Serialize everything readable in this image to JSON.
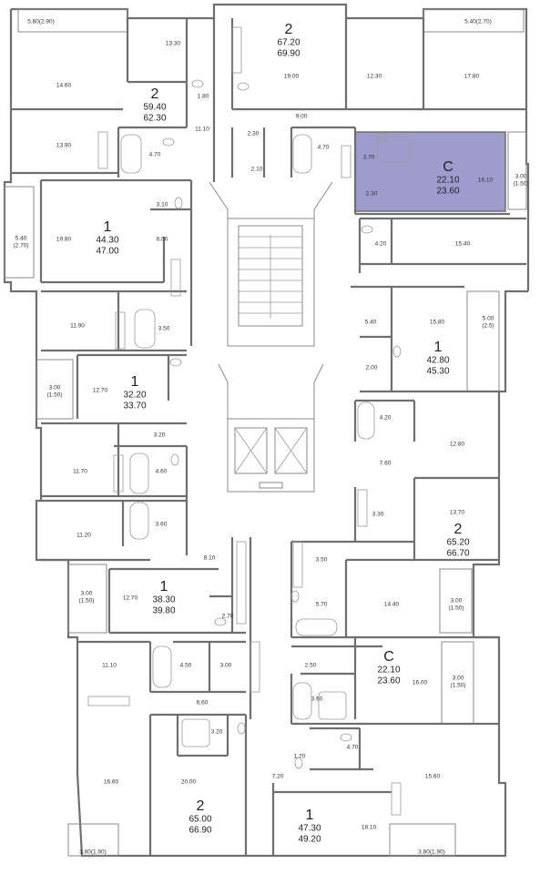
{
  "highlight_color": "#9d9ccc",
  "apartments": [
    {
      "id": "a1",
      "rooms": "2",
      "total": "67.20",
      "living": "69.90"
    },
    {
      "id": "a2",
      "rooms": "2",
      "total": "59.40",
      "living": "62.30"
    },
    {
      "id": "a3",
      "rooms": "С",
      "total": "22.10",
      "living": "23.60",
      "highlighted": true
    },
    {
      "id": "a4",
      "rooms": "1",
      "total": "44.30",
      "living": "47.00"
    },
    {
      "id": "a5",
      "rooms": "1",
      "total": "42.80",
      "living": "45.30"
    },
    {
      "id": "a6",
      "rooms": "1",
      "total": "32.20",
      "living": "33.70"
    },
    {
      "id": "a7",
      "rooms": "2",
      "total": "65.20",
      "living": "66.70"
    },
    {
      "id": "a8",
      "rooms": "1",
      "total": "38.30",
      "living": "39.80"
    },
    {
      "id": "a9",
      "rooms": "С",
      "total": "22.10",
      "living": "23.60"
    },
    {
      "id": "a10",
      "rooms": "2",
      "total": "65.00",
      "living": "66.90"
    },
    {
      "id": "a11",
      "rooms": "1",
      "total": "47.30",
      "living": "49.20"
    }
  ],
  "areas": {
    "r1": "5.80(2.90)",
    "r2": "13.30",
    "r3": "5.40(2.70)",
    "r4": "14.60",
    "r5": "19.00",
    "r6": "12.30",
    "r7": "17.80",
    "r8": "1.80",
    "r9": "9.00",
    "r10": "11.10",
    "r11": "13.90",
    "r12": "4.70",
    "r13": "2.30",
    "r14": "4.70",
    "r15": "2.10",
    "r16": "3.70",
    "r17": "16.10",
    "r18": "3.00",
    "r19": "(1.50)",
    "r20": "2.30",
    "r21": "3.10",
    "r22": "5.40",
    "r23": "(2.70)",
    "r24": "19.80",
    "r25": "6.00",
    "r26": "4.20",
    "r27": "15.40",
    "r28": "11.90",
    "r29": "3.50",
    "r30": "15.80",
    "r31": "5.40",
    "r32": "5.00",
    "r33": "(2.5)",
    "r34": "2.00",
    "r35": "3.00",
    "r36": "(1.50)",
    "r37": "12.70",
    "r38": "3.20",
    "r39": "4.20",
    "r40": "12.80",
    "r41": "11.70",
    "r42": "4.60",
    "r43": "7.60",
    "r44": "3.30",
    "r45": "13.70",
    "r46": "11.20",
    "r47": "3.60",
    "r48": "8.10",
    "r49": "3.50",
    "r50": "3.00",
    "r51": "(1.50)",
    "r52": "12.70",
    "r53": "5.70",
    "r54": "14.40",
    "r55": "3.00",
    "r56": "(1.50)",
    "r57": "2.70",
    "r58": "11.10",
    "r59": "4.50",
    "r60": "3.00",
    "r61": "2.50",
    "r62": "16.00",
    "r63": "3.00",
    "r64": "(1.50)",
    "r65": "6.60",
    "r66": "3.60",
    "r67": "3.20",
    "r68": "1.70",
    "r69": "4.70",
    "r70": "16.60",
    "r71": "20.00",
    "r72": "7.20",
    "r73": "15.60",
    "r74": "18.10",
    "r75": "3.80(1.90)",
    "r76": "3.80(1.90)"
  }
}
